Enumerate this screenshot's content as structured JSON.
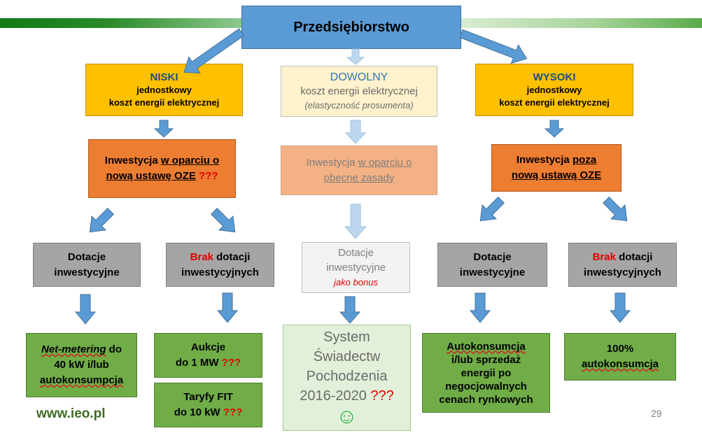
{
  "colors": {
    "top_blue": "#5b9bd5",
    "yellow": "#ffc000",
    "light_yellow": "#fff2cc",
    "orange": "#ed7d31",
    "light_orange": "#f4b183",
    "gray": "#a5a5a5",
    "light_gray": "#f2f2f2",
    "green": "#70ad47",
    "light_green": "#e2f0d9",
    "arrow_blue": "#5b9bd5",
    "arrow_light": "#9dc3e6",
    "stripe_green": "#1e7b1e"
  },
  "top": {
    "label": "Przedsiębiorstwo"
  },
  "left": {
    "title": "NISKI",
    "line1": "jednostkowy",
    "line2": "koszt energii elektrycznej",
    "inv_prefix": "Inwestycja ",
    "inv_u1": "w oparciu o",
    "inv_u2": "nową ustawę OZE",
    "inv_q": " ???",
    "dot_line1": "Dotacje",
    "dot_line2": "inwestycyjne",
    "brak_word": "Brak",
    "brak_rest": " dotacji",
    "brak_line2": "inwestycyjnych",
    "nm_italic": "Net-metering",
    "nm_rest": " do",
    "nm_line2": "40 kW i/lub",
    "nm_line3": "autokonsumpcja",
    "auk_line1": "Aukcje",
    "auk_line2": "do 1 MW",
    "auk_q": " ???",
    "fit_line1": "Taryfy FIT",
    "fit_line2": "do 10 kW",
    "fit_q": " ???"
  },
  "middle": {
    "title": "DOWOLNY",
    "line1": "koszt energii elektrycznej",
    "line2": "(elastyczność prosumenta)",
    "inv_prefix": "Inwestycja  ",
    "inv_u1": "w oparciu o",
    "inv_u2": "obecne zasady",
    "dot_line1": "Dotacje",
    "dot_line2": "inwestycyjne",
    "dot_line3": "jako bonus",
    "sys_line1": "System",
    "sys_line2": "Świadectw",
    "sys_line3": "Pochodzenia",
    "sys_line4": "2016-2020",
    "sys_q": " ???",
    "smiley": "☺"
  },
  "right": {
    "title": "WYSOKI",
    "line1": "jednostkowy",
    "line2": "koszt energii elektrycznej",
    "inv_line1": "Inwestycja ",
    "inv_u1": "poza",
    "inv_u2": "nową ustawą OZE",
    "dot_line1": "Dotacje",
    "dot_line2": "inwestycyjne",
    "brak_word": "Brak",
    "brak_rest": " dotacji",
    "brak_line2": "inwestycyjnych",
    "auto_line1": "Autokonsumcja",
    "auto_line2": "i/lub sprzedaż",
    "auto_line3": "energii po",
    "auto_line4": "negocjowalnych",
    "auto_line5": "cenach rynkowych",
    "pct_line1": "100%",
    "pct_line2": "autokonsumcja"
  },
  "footer": {
    "website": "www.ieo.pl",
    "page_number": "29"
  }
}
